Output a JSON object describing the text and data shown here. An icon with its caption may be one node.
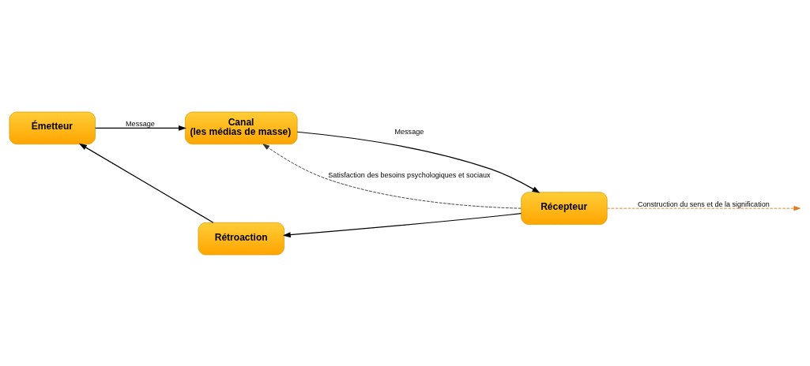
{
  "diagram": {
    "nodes": [
      {
        "text": [
          "Émetteur"
        ]
      },
      {
        "text": [
          "Canal",
          "(les médias de masse)"
        ]
      },
      {
        "text": [
          "Récepteur"
        ]
      },
      {
        "text": [
          "Rétroaction"
        ]
      }
    ],
    "edges": [
      {
        "from": 0,
        "to": 1,
        "arrow": "to",
        "label": "Message"
      },
      {
        "from": 1,
        "to": 2,
        "arrow": "to",
        "label": "Message"
      },
      {
        "from": 2,
        "to": 1,
        "arrow": "to",
        "label": "Satisfaction des besoins psychologiques et sociaux",
        "style": "dashed",
        "color": "#333333"
      },
      {
        "from": 2,
        "to": null,
        "arrow": "to",
        "label": "Construction du sens et de la signification",
        "style": "dashed",
        "color": "#e07b20"
      },
      {
        "from": 2,
        "to": 3,
        "arrow": "to"
      },
      {
        "from": 3,
        "to": 0,
        "arrow": "to"
      }
    ]
  }
}
